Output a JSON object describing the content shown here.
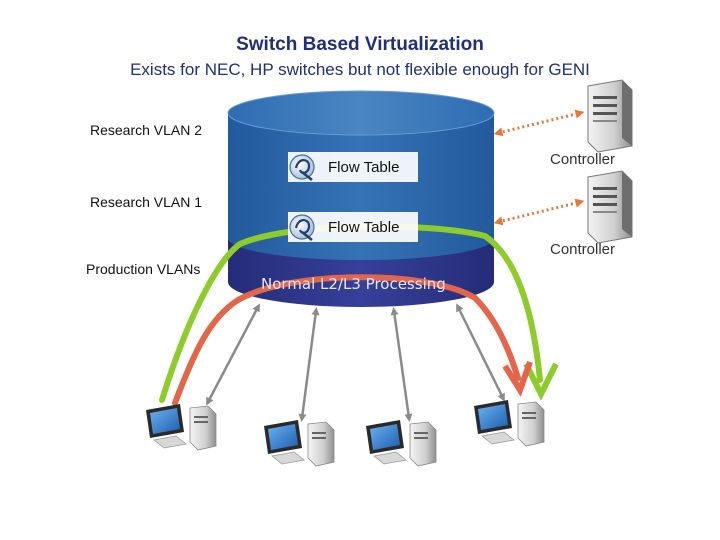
{
  "title": "Switch Based Virtualization",
  "subtitle": "Exists for NEC, HP switches but not flexible enough for GENI",
  "layers": {
    "research_vlan_2": "Research VLAN 2",
    "research_vlan_1": "Research VLAN 1",
    "production_vlans": "Production VLANs"
  },
  "flow_tables": [
    "Flow Table",
    "Flow Table"
  ],
  "normal_processing": "Normal L2/L3 Processing",
  "controllers": [
    "Controller",
    "Controller"
  ],
  "colors": {
    "title": "#1f2f7a",
    "cylinder_top": "#4a86c2",
    "cylinder_mid": "#2f66a8",
    "cylinder_bottom": "#2c3588",
    "green_path": "#8dcc2a",
    "red_path": "#e3654a",
    "controller_link": "#e07a3a"
  },
  "icons": [
    "server-icon",
    "desktop-computer-icon",
    "flow-table-icon"
  ]
}
